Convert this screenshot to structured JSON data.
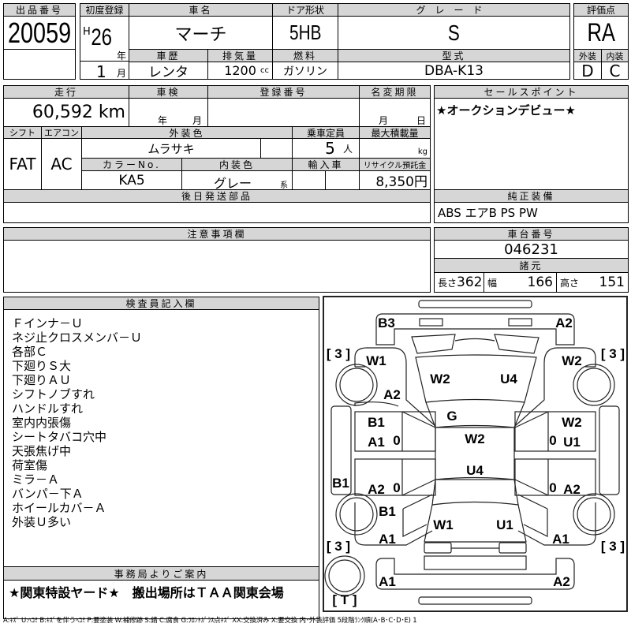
{
  "lot": {
    "label": "出品番号",
    "value": "20059"
  },
  "registration": {
    "label": "初度登録",
    "era": "H",
    "year": "26",
    "year_unit": "年",
    "month": "1",
    "month_unit": "月"
  },
  "car_name": {
    "label": "車名",
    "value": "マーチ"
  },
  "door_type": {
    "label": "ドア形状",
    "value": "5HB"
  },
  "grade": {
    "label": "グレード",
    "value": "S"
  },
  "history": {
    "label": "車歴",
    "value": "レンタ"
  },
  "displacement": {
    "label": "排気量",
    "value": "1200",
    "unit": "cc"
  },
  "fuel": {
    "label": "燃料",
    "value": "ガソリン"
  },
  "model_code": {
    "label": "型式",
    "value": "DBA-K13"
  },
  "score": {
    "label": "評価点",
    "value": "RA",
    "exterior_label": "外装",
    "interior_label": "内装",
    "exterior": "D",
    "interior": "C"
  },
  "mileage": {
    "label": "走行",
    "value": "60,592 km"
  },
  "inspection": {
    "label": "車検",
    "year_unit": "年",
    "month_unit": "月"
  },
  "reg_number": {
    "label": "登録番号"
  },
  "name_change": {
    "label": "名変期限",
    "month_unit": "月",
    "day_unit": "日"
  },
  "shift": {
    "label": "シフト",
    "value": "FAT"
  },
  "aircon": {
    "label": "エアコン",
    "value": "AC"
  },
  "ext_color": {
    "label": "外装色",
    "value": "ムラサキ"
  },
  "capacity": {
    "label": "乗車定員",
    "value": "5",
    "unit": "人"
  },
  "max_load": {
    "label": "最大積載量",
    "unit": "kg"
  },
  "color_no": {
    "label": "カラーNo.",
    "value": "KA5"
  },
  "int_color": {
    "label": "内装色",
    "value": "グレー",
    "suffix": "系"
  },
  "import": {
    "label": "輸入車"
  },
  "recycle": {
    "label": "リサイクル預託金",
    "value": "8,350円"
  },
  "later_parts": {
    "label": "後日発送部品"
  },
  "sales_point": {
    "label": "セールスポイント",
    "value": "★オークションデビュー★"
  },
  "equipment": {
    "label": "純正装備",
    "value": "ABS エアB PS PW"
  },
  "caution": {
    "label": "注意事項欄"
  },
  "chassis": {
    "label": "車台番号",
    "value": "046231"
  },
  "specs": {
    "label": "諸元",
    "length_label": "長さ",
    "length": "362",
    "width_label": "幅",
    "width": "166",
    "height_label": "高さ",
    "height": "151"
  },
  "inspector": {
    "label": "検査員記入欄",
    "notes": [
      "Ｆインナ－Ｕ",
      "ネジ止クロスメンバ－Ｕ",
      "各部Ｃ",
      "下廻りＳ大",
      "下廻りＡＵ",
      "シフトノブすれ",
      "ハンドルすれ",
      "室内内張傷",
      "シートタバコ穴中",
      "天張焦げ中",
      "荷室傷",
      "ミラ－Ａ",
      "バンパ－下Ａ",
      "ホイールカバ－Ａ",
      "外装Ｕ多い"
    ]
  },
  "office": {
    "label": "事務局よりご案内",
    "value": "★関東特設ヤード★　搬出場所はＴＡＡ関東会場"
  },
  "diagram": {
    "labels": {
      "front_bumper_l": "B3",
      "front_bumper_r": "A2",
      "tire_fl": "[ 3 ]",
      "tire_fr": "[ 3 ]",
      "tire_rl": "[ 3 ]",
      "tire_rr": "[ 3 ]",
      "tire_spare": "[ T ]",
      "fender_fl_1": "W1",
      "fender_fl_2": "A2",
      "hood_1": "W2",
      "hood_2": "U4",
      "windshield": "G",
      "fender_fr": "W2",
      "door_fl_1": "B1",
      "door_fl_2": "A1",
      "door_fl_3": "0",
      "roof_1": "W2",
      "roof_2": "U4",
      "door_fr_1": "W2",
      "door_fr_2": "U1",
      "door_fr_3": "0",
      "sill_l": "B1",
      "door_rl_1": "A2",
      "door_rl_2": "0",
      "door_rr_1": "A2",
      "door_rr_2": "0",
      "fender_rl_1": "B1",
      "fender_rl_2": "A1",
      "trunk_1": "W1",
      "trunk_2": "U1",
      "fender_rr": "A1",
      "rear_bumper_l": "A1",
      "rear_bumper_r": "A2"
    }
  },
  "legend": "A:ｷｽﾞ U:ﾍｺﾐ B:ｷｽﾞを伴うﾍｺﾐ P:要塗装 W:補修跡 S:錆 C:腐食 G:ﾌﾛﾝﾄｶﾞﾗｽ点ｷｽﾞ XX:交換済み X:要交換 内･外装評価 5段階ﾗﾝｸ順(A･B･C･D･E) 1"
}
